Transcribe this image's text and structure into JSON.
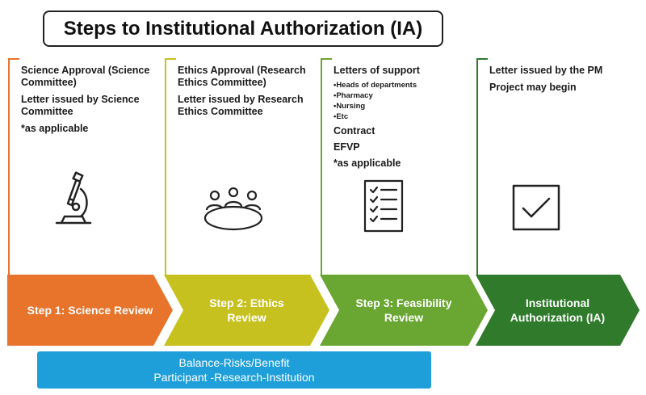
{
  "title": "Steps to Institutional Authorization (IA)",
  "columns": [
    {
      "lines": [
        "Science Approval (Science Committee)",
        "Letter issued by Science Committee",
        "*as applicable"
      ],
      "step_label": "Step 1: Science Review",
      "color": "#e8732b",
      "icon": "microscope-icon"
    },
    {
      "lines": [
        "Ethics Approval (Research Ethics Committee)",
        "Letter issued by Research Ethics Committee"
      ],
      "step_label_1": "Step 2: Ethics",
      "step_label_2": "Review",
      "color": "#c7c120",
      "icon": "meeting-table-icon"
    },
    {
      "line_1": "Letters of support",
      "subitems": [
        "•Heads of departments",
        "•Pharmacy",
        "•Nursing",
        "•Etc"
      ],
      "line_2": "Contract",
      "line_3": "EFVP",
      "line_4": "*as applicable",
      "step_label_1": "Step 3: Feasibility",
      "step_label_2": "Review",
      "color": "#6aa632",
      "icon": "checklist-icon"
    },
    {
      "lines": [
        "Letter issued by the PM",
        "Project may begin"
      ],
      "step_label_1": "Institutional",
      "step_label_2": "Authorization (IA)",
      "color": "#2f7a2b",
      "icon": "checkbox-checked-icon"
    }
  ],
  "balance": {
    "line_1": "Balance-Risks/Benefit",
    "line_2": "Participant -Research-Institution",
    "color": "#1f9fd9"
  }
}
